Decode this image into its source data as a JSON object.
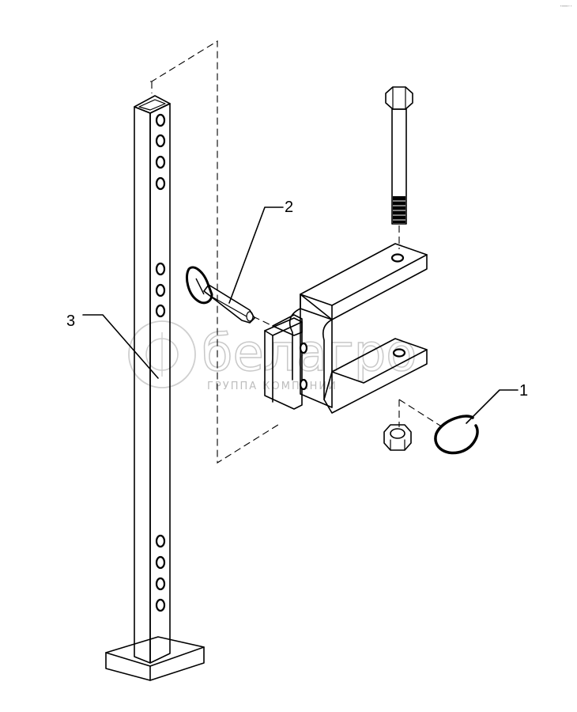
{
  "callouts": [
    {
      "id": "1",
      "label": "1"
    },
    {
      "id": "2",
      "label": "2"
    },
    {
      "id": "3",
      "label": "3"
    }
  ],
  "watermark": {
    "logo_text": "белагро",
    "sub_text": "ГРУППА КОМПАНИЙ"
  },
  "corner_mark": "·—··"
}
